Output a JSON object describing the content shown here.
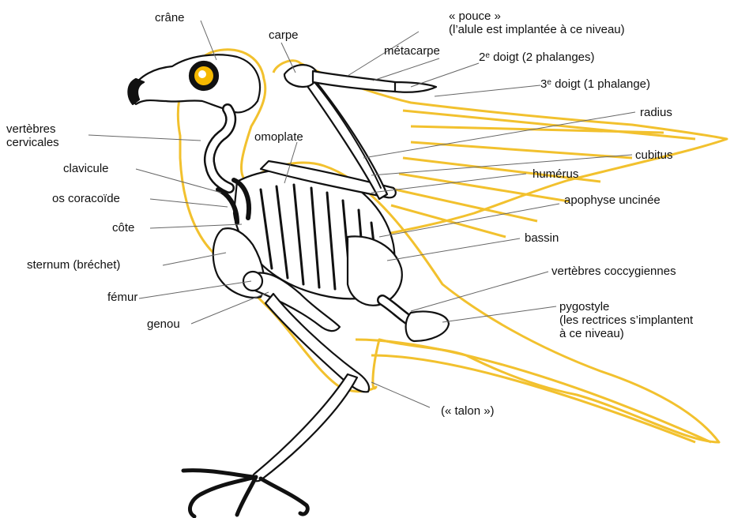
{
  "labels": {
    "crane": "crâne",
    "vertebres_cervicales": "vertèbres\ncervicales",
    "clavicule": "clavicule",
    "os_coracoide": "os coracoïde",
    "cote": "côte",
    "sternum": "sternum (bréchet)",
    "femur": "fémur",
    "genou": "genou",
    "carpe": "carpe",
    "omoplate": "omoplate",
    "pouce": "« pouce »\n(l’alule est implantée à ce niveau)",
    "metacarpe": "métacarpe",
    "doigt2_num": "2",
    "doigt2_sup": "e",
    "doigt2_text": " doigt (2 phalanges)",
    "doigt3_num": "3",
    "doigt3_sup": "e",
    "doigt3_text": " doigt (1 phalange)",
    "radius": "radius",
    "cubitus": "cubitus",
    "humerus": "humérus",
    "apophyse": "apophyse uncinée",
    "bassin": "bassin",
    "coccygiennes": "vertèbres coccygiennes",
    "pygostyle": "pygostyle\n(les rectrices s’implantent\nà ce niveau)",
    "talon": "(« talon »)"
  },
  "colors": {
    "outline": "#f2c12e",
    "bone": "#ffffff",
    "ink": "#111111",
    "eye_ring": "#f5b800",
    "leader": "#666666"
  }
}
